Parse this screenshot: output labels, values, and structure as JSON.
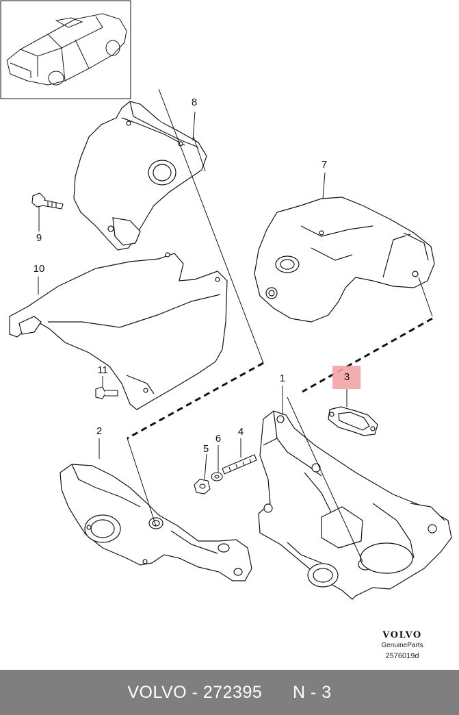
{
  "diagram": {
    "callouts": [
      "1",
      "2",
      "3",
      "4",
      "5",
      "6",
      "7",
      "8",
      "9",
      "10",
      "11"
    ],
    "highlighted_callout": "3",
    "highlight_color": "#f2a4a8"
  },
  "branding": {
    "logo_text": "VOLVO",
    "tagline": "GenuineParts",
    "diagram_id": "2576019d"
  },
  "footer": {
    "brand": "VOLVO",
    "separator": " - ",
    "part_number": "272395",
    "position": "N - 3",
    "background": "#7f7f7f"
  }
}
